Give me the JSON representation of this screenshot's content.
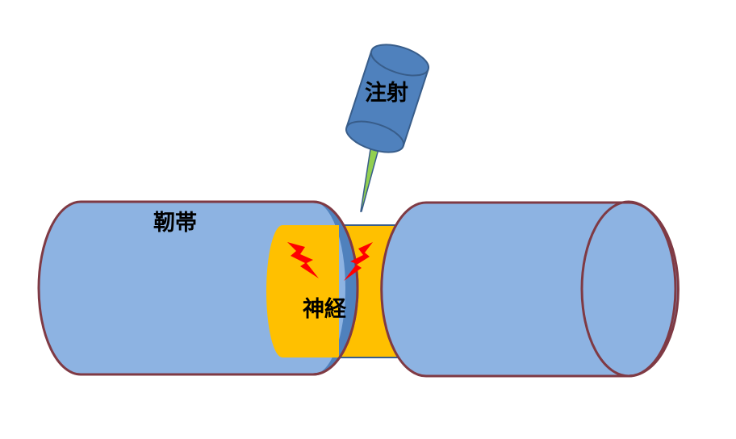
{
  "diagram": {
    "labels": {
      "ligament": "靭帯",
      "nerve": "神経",
      "injection": "注射"
    },
    "colors": {
      "tube_fill": "#8DB3E2",
      "tube_outline": "#7F3A44",
      "tube_inner": "#4F81BD",
      "nerve_fill": "#FFC000",
      "syringe_fill": "#4F81BD",
      "syringe_outline": "#385D8A",
      "needle_fill": "#92D050",
      "lightning": "#FF0000"
    }
  }
}
